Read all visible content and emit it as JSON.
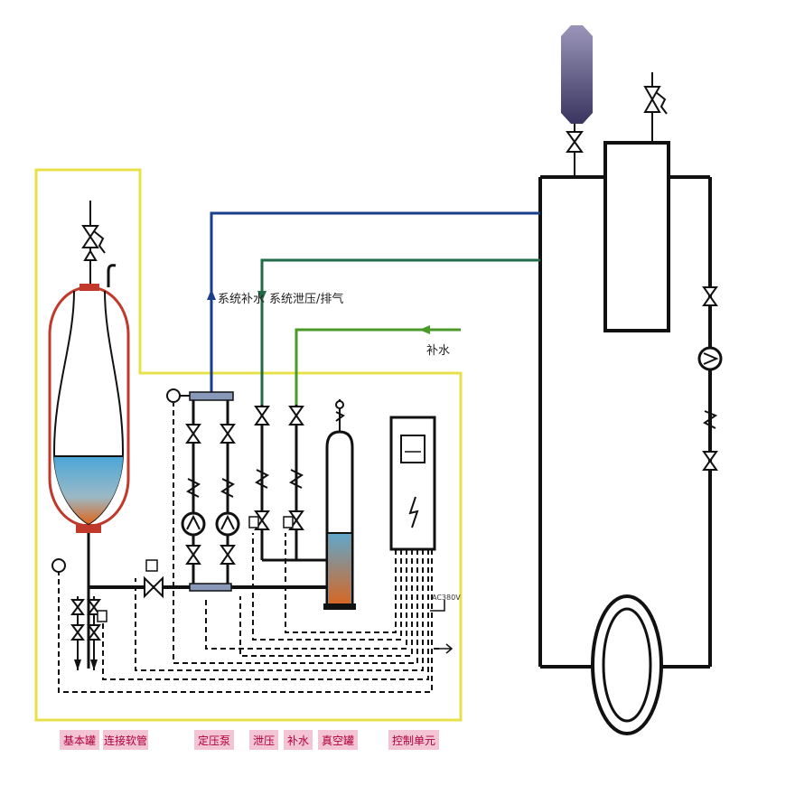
{
  "labels": {
    "system_makeup": "系统补水",
    "system_degas": "系统泄压/排气",
    "makeup_water": "补水",
    "voltage": "AC380V"
  },
  "legend": [
    "基本罐",
    "连接软管",
    "定压泵",
    "泄压",
    "补水",
    "真空罐",
    "控制单元"
  ],
  "colors": {
    "enclosure": "#e8e04a",
    "system_makeup_line": "#1a3e8c",
    "degas_line": "#1f6b45",
    "makeup_line": "#4a9a2a",
    "vessel_outline": "#c0392b",
    "legend_bg": "#f2c4d4",
    "legend_text": "#b0003a"
  }
}
